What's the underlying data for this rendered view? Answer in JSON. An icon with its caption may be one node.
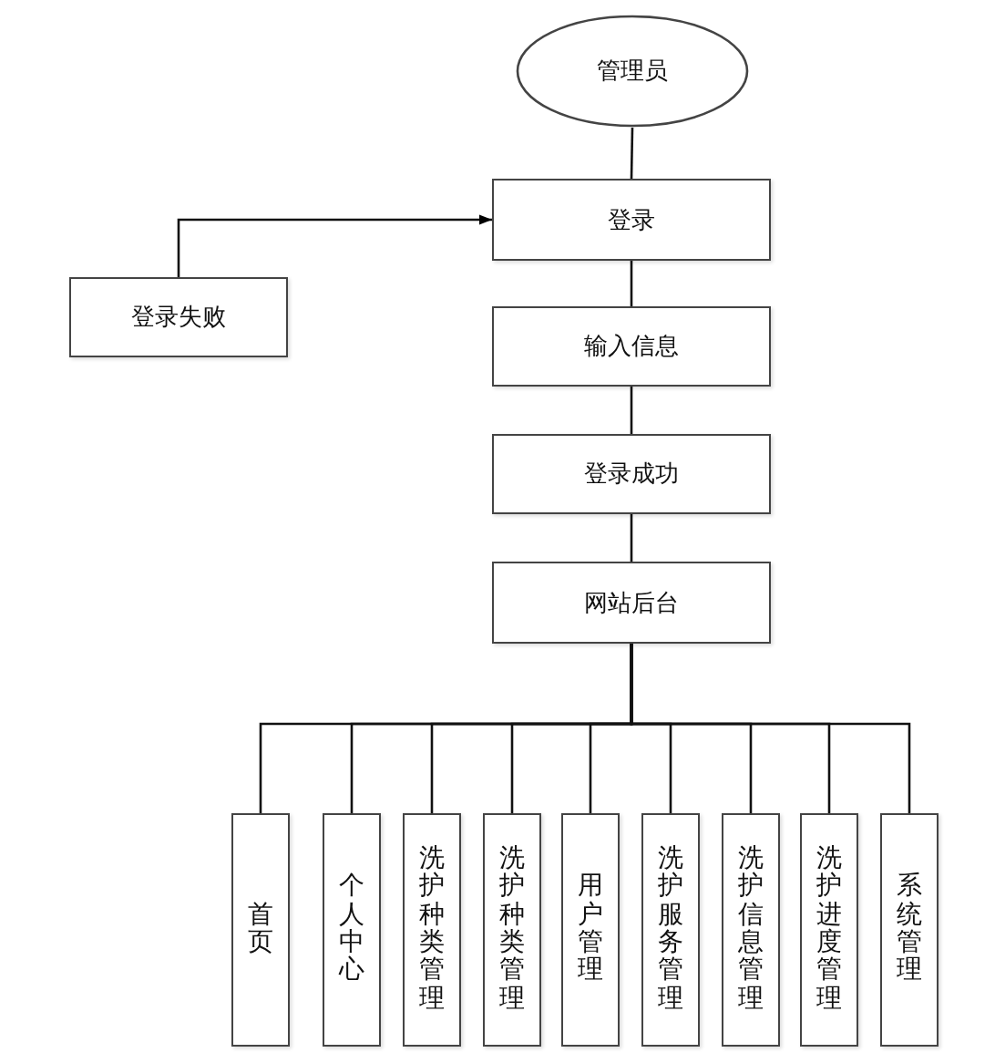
{
  "diagram": {
    "nodes": [
      {
        "text": [
          "管理员"
        ]
      },
      {
        "text": [
          "登录"
        ]
      },
      {
        "text": [
          "登录失败"
        ]
      },
      {
        "text": [
          "输入信息"
        ]
      },
      {
        "text": [
          "登录成功"
        ]
      },
      {
        "text": [
          "网站后台"
        ]
      },
      {
        "text": [
          "首页"
        ]
      },
      {
        "text": [
          "个人中心"
        ]
      },
      {
        "text": [
          "洗护种类管理"
        ]
      },
      {
        "text": [
          "洗护种类管理"
        ]
      },
      {
        "text": [
          "用户管理"
        ]
      },
      {
        "text": [
          "洗护服务管理"
        ]
      },
      {
        "text": [
          "洗护信息管理"
        ]
      },
      {
        "text": [
          "洗护进度管理"
        ]
      },
      {
        "text": [
          "系统管理"
        ]
      }
    ],
    "edges": [
      {
        "from": 0,
        "to": 1,
        "arrow": "none"
      },
      {
        "from": 2,
        "to": 1,
        "arrow": "to"
      },
      {
        "from": 1,
        "to": 3,
        "arrow": "none"
      },
      {
        "from": 3,
        "to": 4,
        "arrow": "none"
      },
      {
        "from": 4,
        "to": 5,
        "arrow": "none"
      },
      {
        "from": 5,
        "to": 6,
        "arrow": "none"
      },
      {
        "from": 5,
        "to": 7,
        "arrow": "none"
      },
      {
        "from": 5,
        "to": 8,
        "arrow": "none"
      },
      {
        "from": 5,
        "to": 9,
        "arrow": "none"
      },
      {
        "from": 5,
        "to": 10,
        "arrow": "none"
      },
      {
        "from": 5,
        "to": 11,
        "arrow": "none"
      },
      {
        "from": 5,
        "to": 12,
        "arrow": "none"
      },
      {
        "from": 5,
        "to": 13,
        "arrow": "none"
      },
      {
        "from": 5,
        "to": 14,
        "arrow": "none"
      }
    ]
  }
}
